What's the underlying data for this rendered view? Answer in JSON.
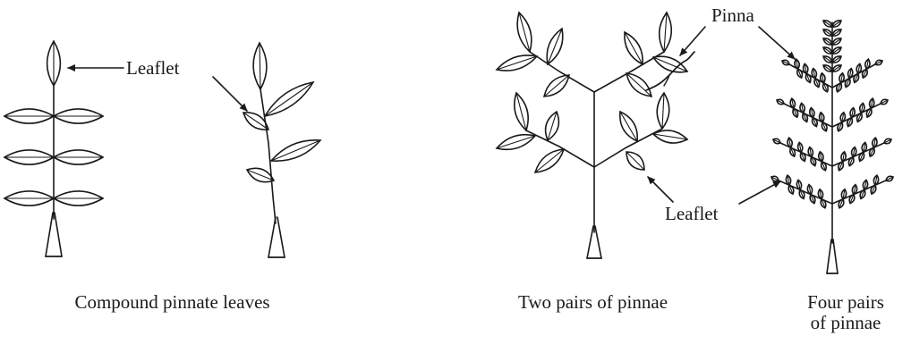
{
  "labels": {
    "leaflet_top": "Leaflet",
    "pinna": "Pinna",
    "leaflet_bottom": "Leaflet"
  },
  "captions": {
    "compound": "Compound pinnate leaves",
    "two_pairs": "Two pairs of pinnae",
    "four_pairs_line1": "Four pairs",
    "four_pairs_line2": "of pinnae"
  },
  "colors": {
    "ink": "#1a1a1a",
    "background": "#ffffff"
  }
}
